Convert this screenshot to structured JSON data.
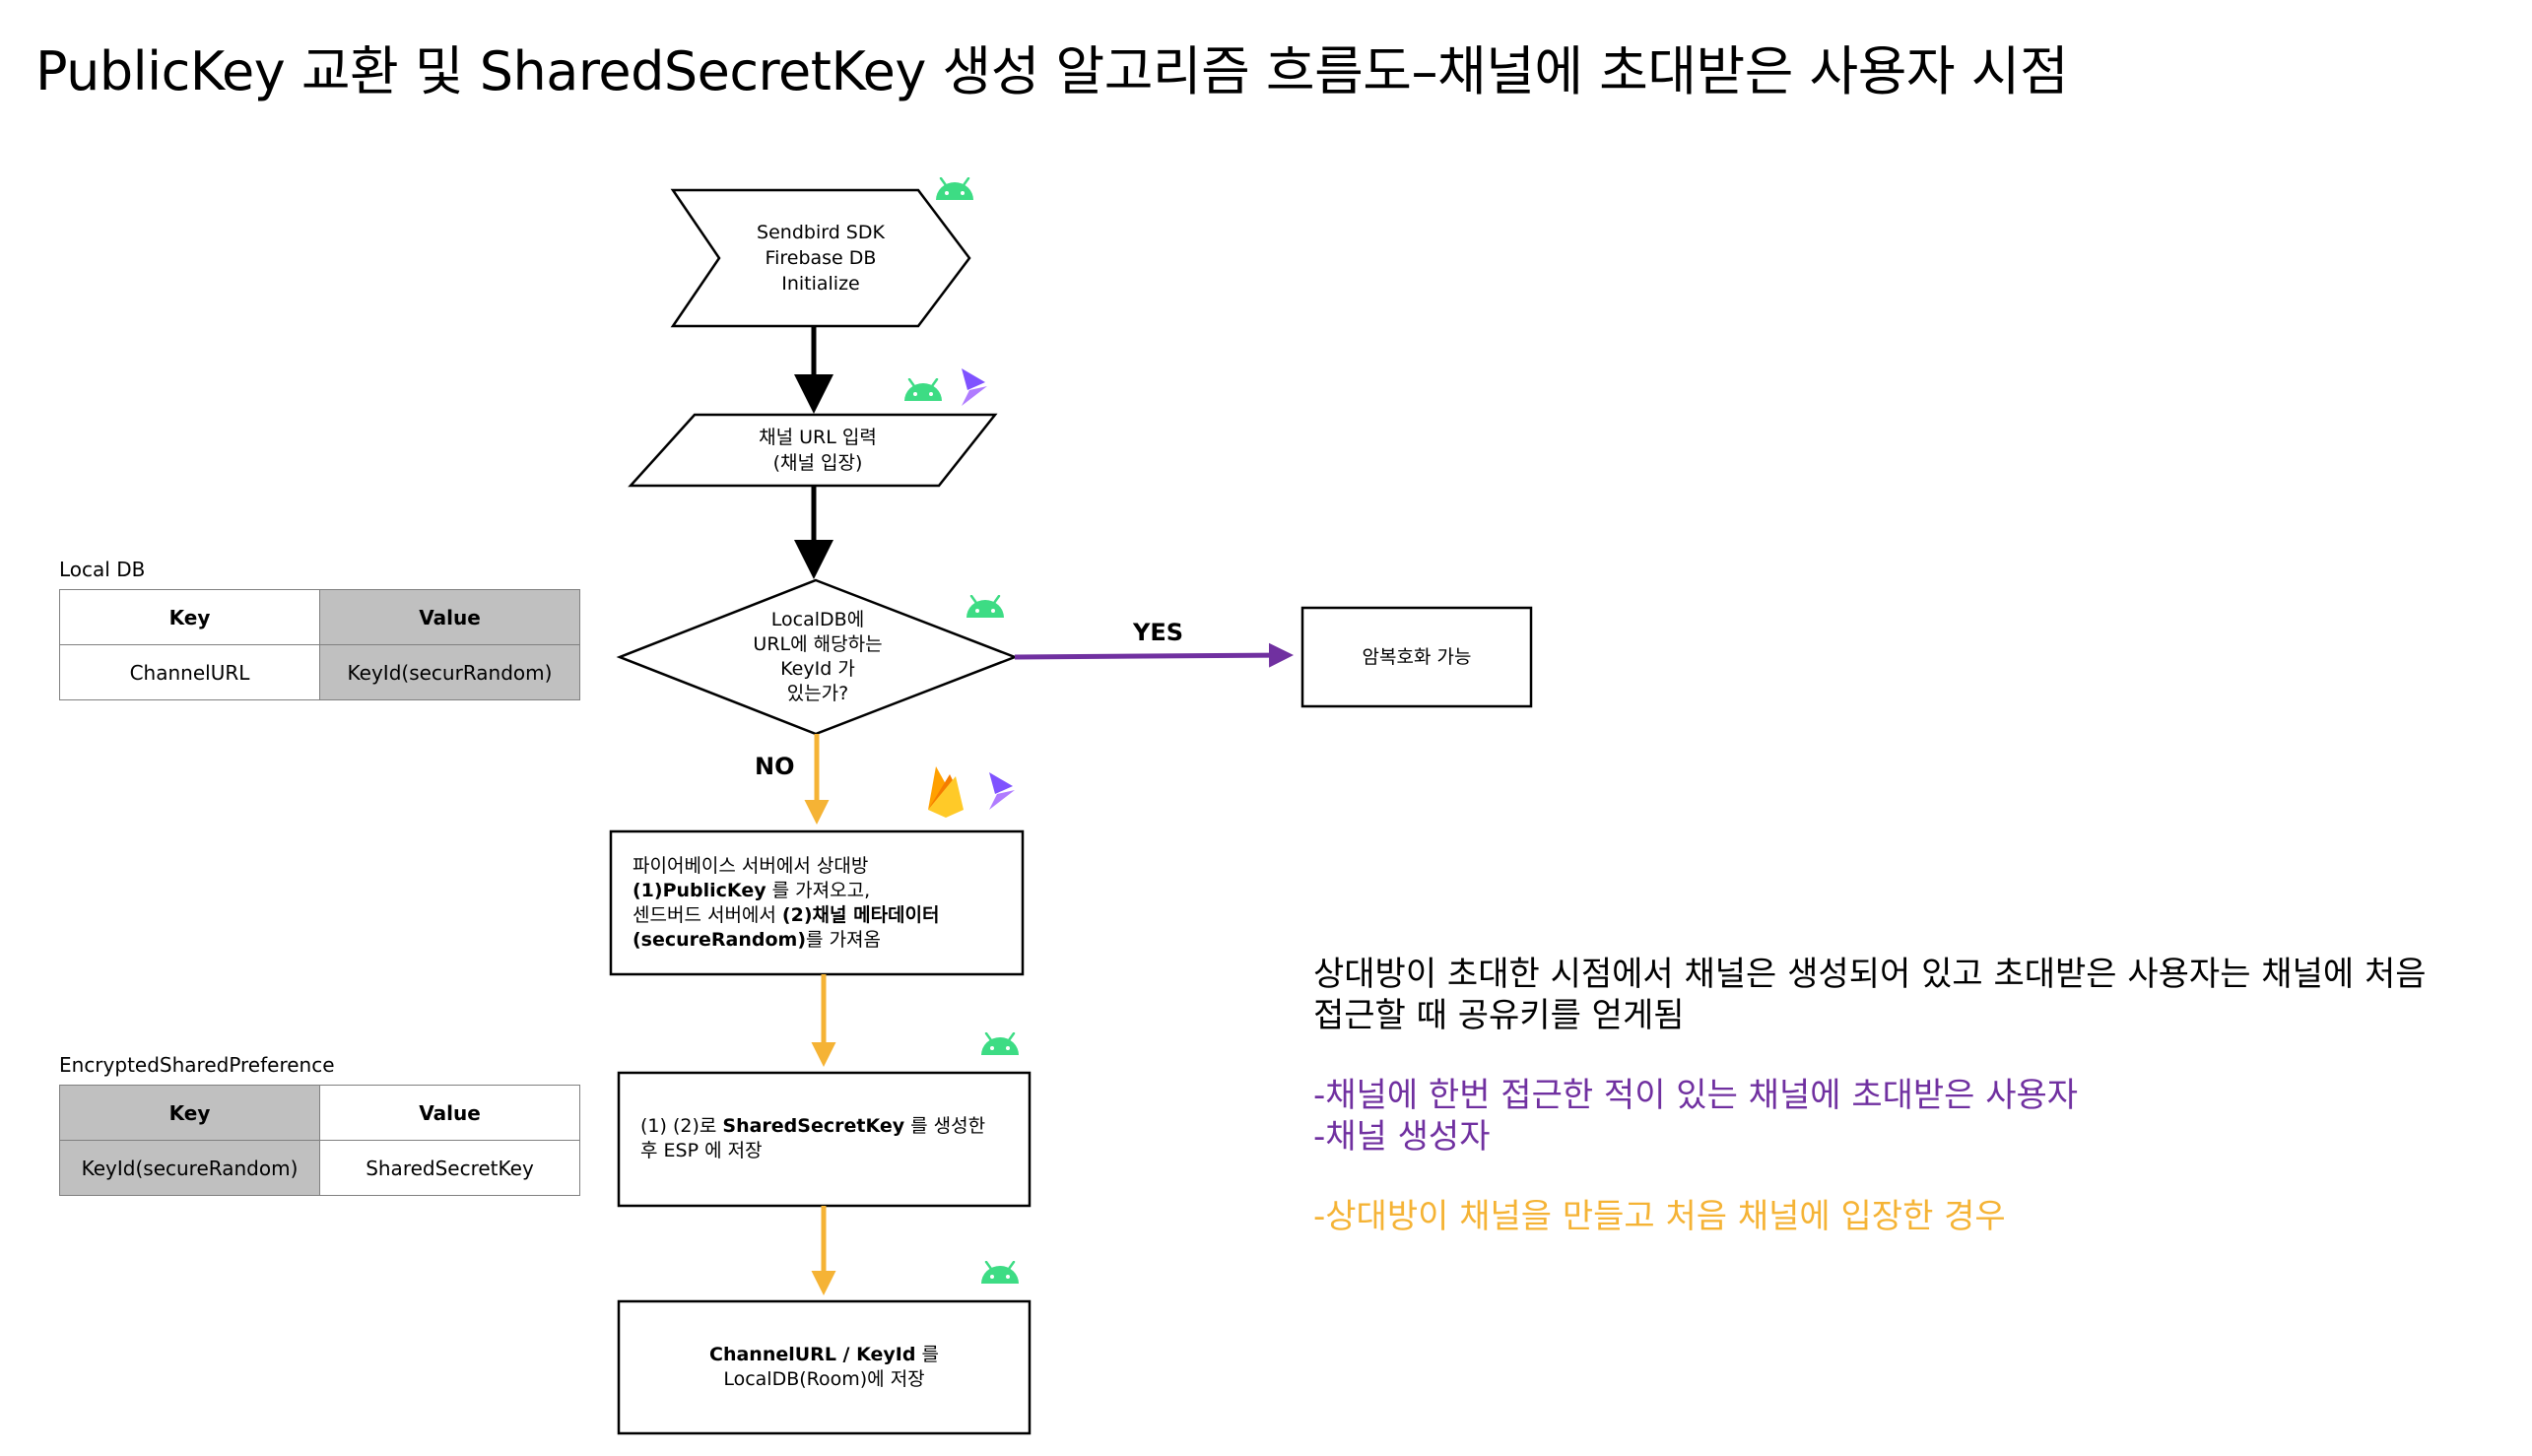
{
  "title": "PublicKey 교환 및 SharedSecretKey 생성 알고리즘 흐름도–채널에 초대받은 사용자 시점",
  "nodes": {
    "init": [
      "Sendbird SDK",
      "Firebase DB",
      "Initialize"
    ],
    "input": [
      "채널 URL 입력",
      "(채널 입장)"
    ],
    "decision": [
      "LocalDB에",
      "URL에 해당하는",
      "KeyId 가",
      "있는가?"
    ],
    "yes_result": "암복호화 가능",
    "fetch": {
      "line1": "파이어베이스 서버에서 상대방",
      "line2_bold": "(1)PublicKey",
      "line2_rest": " 를 가져오고,",
      "line3_pre": "센드버드 서버에서 ",
      "line3_bold": "(2)채널 메타데이터",
      "line4_bold": "(secureRandom)",
      "line4_rest": "를 가져옴"
    },
    "generate": {
      "line1_pre": "(1) (2)로 ",
      "line1_bold": "SharedSecretKey",
      "line1_rest": " 를 생성한",
      "line2": "후 ESP 에 저장"
    },
    "store": {
      "line1_bold": "ChannelURL / KeyId",
      "line1_rest": " 를",
      "line2": "LocalDB(Room)에 저장"
    }
  },
  "edge_labels": {
    "yes": "YES",
    "no": "NO"
  },
  "tables": {
    "local_db": {
      "caption": "Local DB",
      "header": [
        "Key",
        "Value"
      ],
      "row": [
        "ChannelURL",
        "KeyId(securRandom)"
      ]
    },
    "esp": {
      "caption": "EncryptedSharedPreference",
      "header": [
        "Key",
        "Value"
      ],
      "row": [
        "KeyId(secureRandom)",
        "SharedSecretKey"
      ]
    }
  },
  "notes": {
    "intro_line1": "상대방이 초대한 시점에서 채널은 생성되어 있고 초대받은 사용자는 채널에 처음",
    "intro_line2": "접근할 때 공유키를 얻게됨",
    "purple_1": "-채널에 한번 접근한 적이 있는 채널에 초대받은 사용자",
    "purple_2": "-채널 생성자",
    "orange_1": "-상대방이 채널을 만들고 처음 채널에 입장한 경우"
  },
  "icons": [
    "android-icon",
    "android-icon",
    "kotlin-icon",
    "android-icon",
    "firebase-icon",
    "kotlin-icon",
    "android-icon",
    "android-icon"
  ],
  "colors": {
    "arrow_default": "#000000",
    "arrow_yes": "#7030a0",
    "arrow_no": "#f5b335",
    "android": "#3ddc84",
    "kotlin": "#7f52ff",
    "header_gray": "#c0c0c0"
  }
}
